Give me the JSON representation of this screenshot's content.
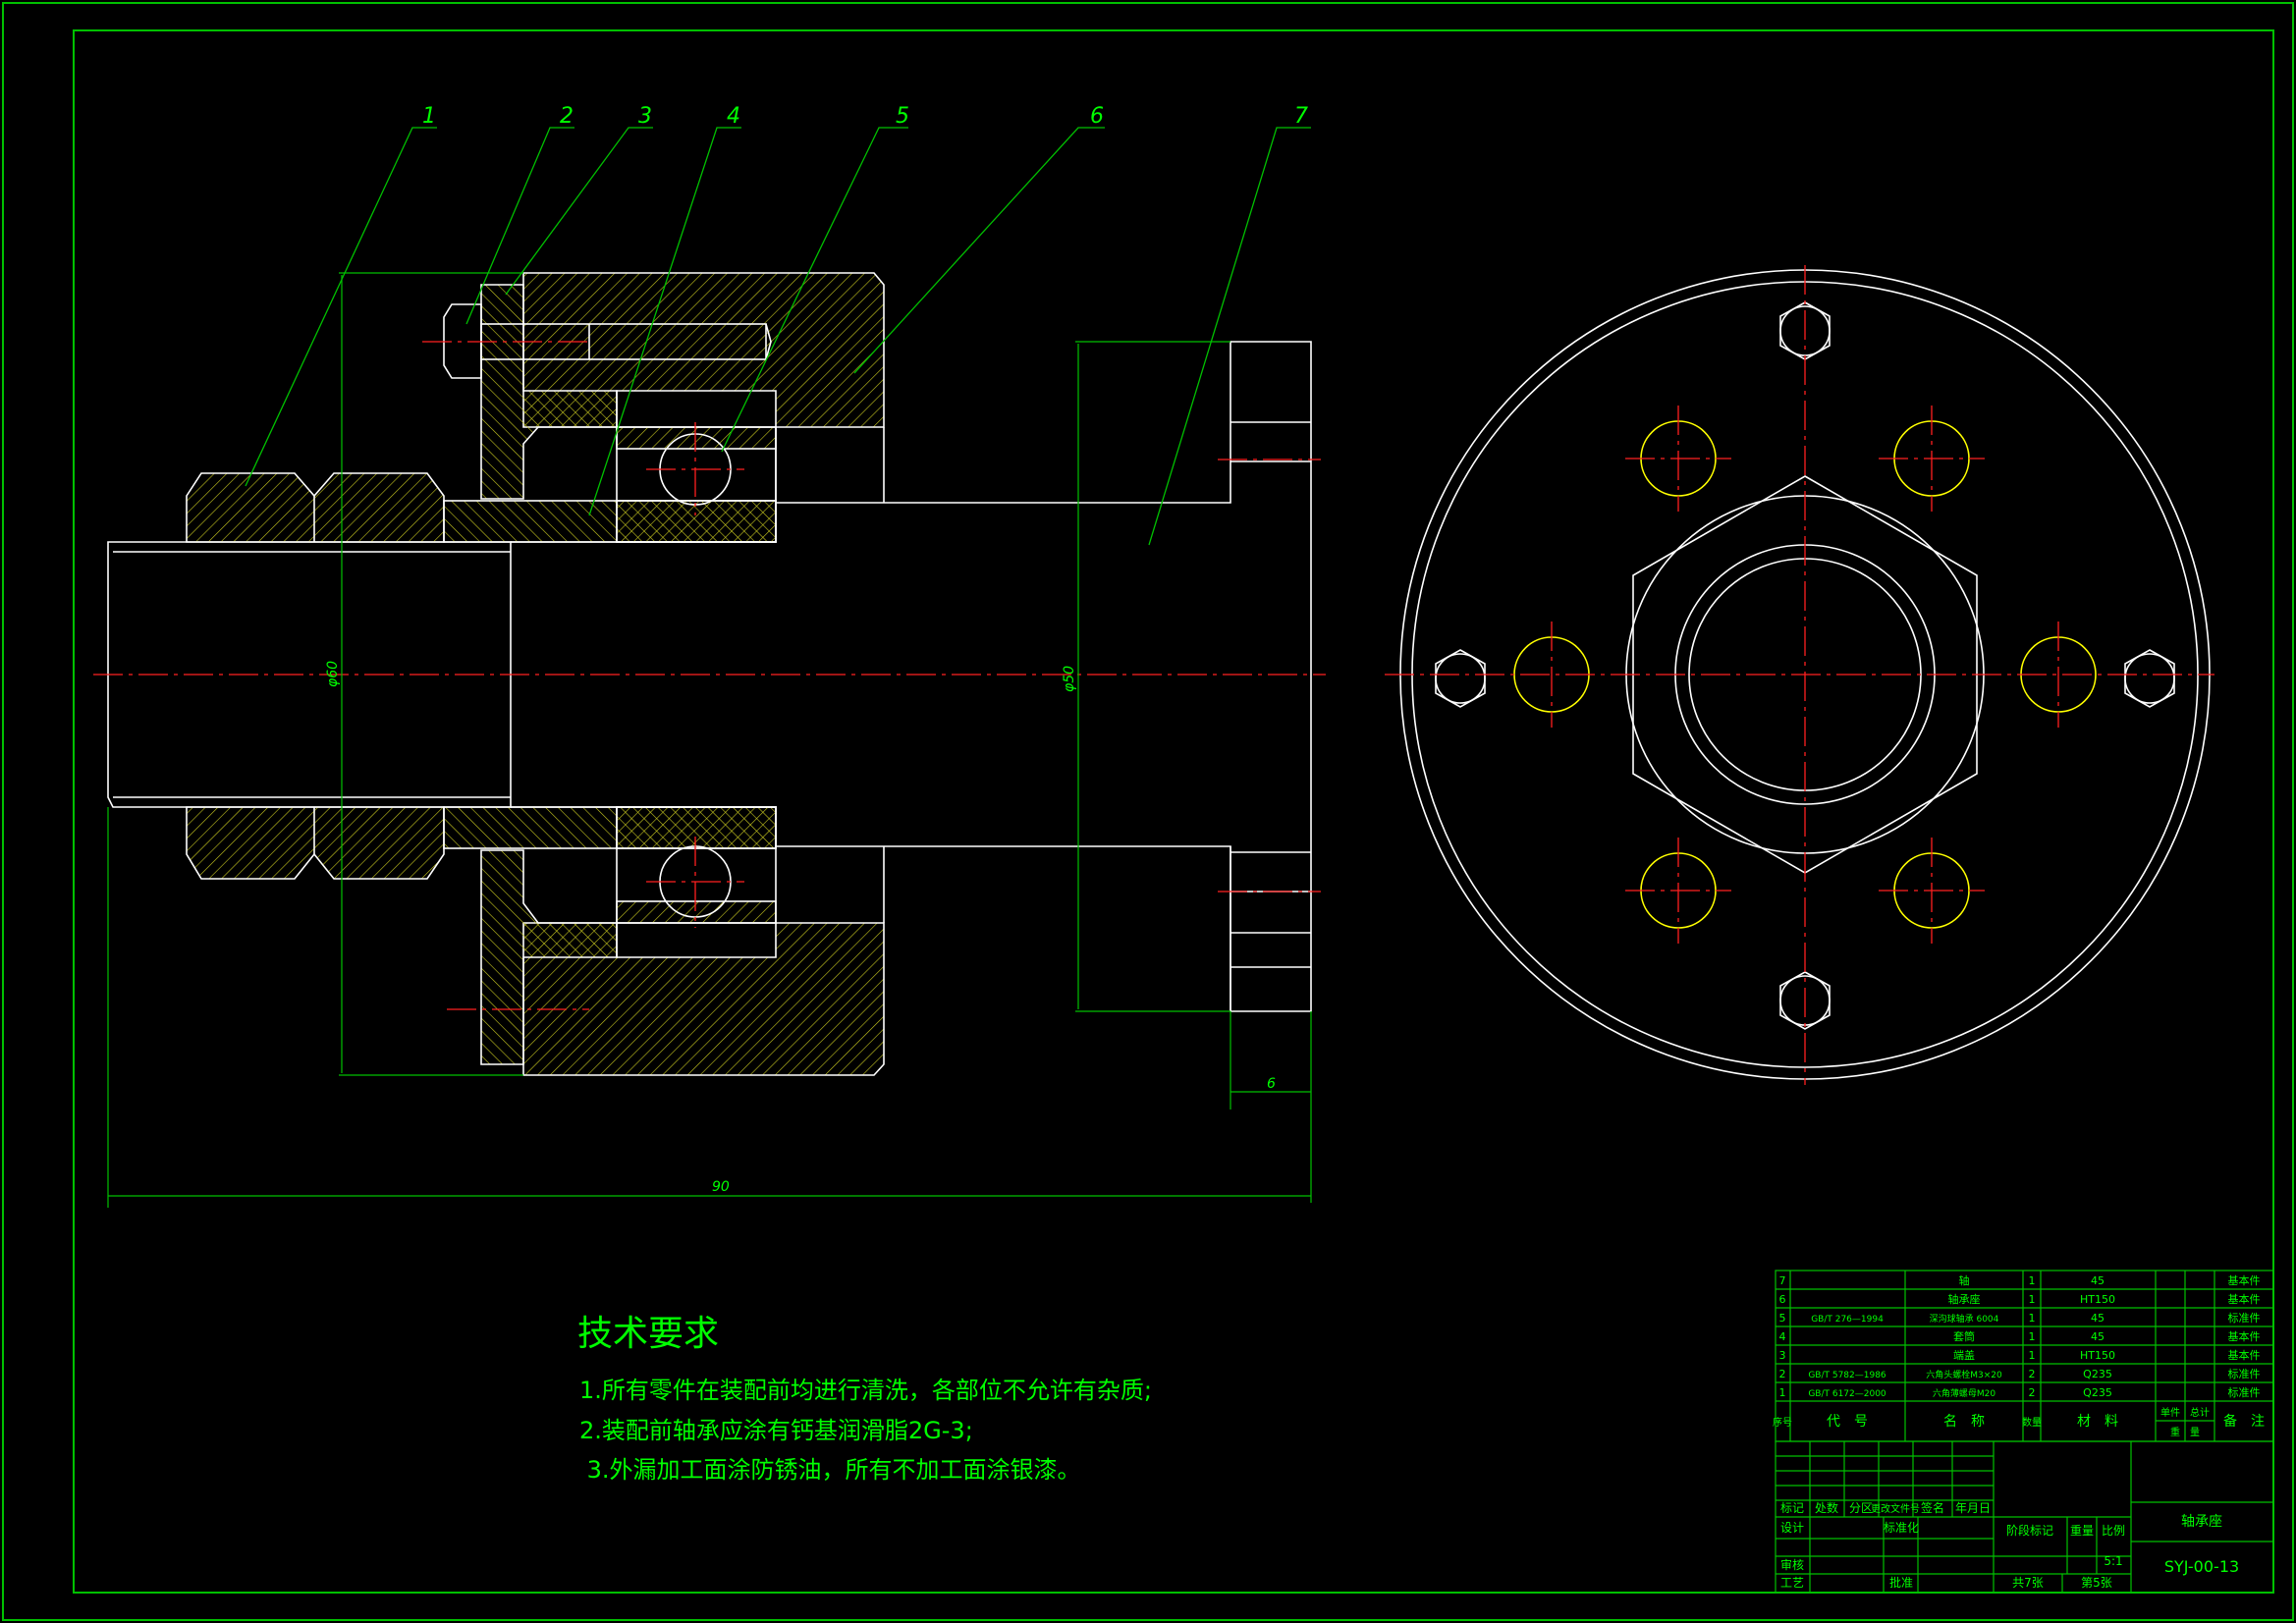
{
  "colors": {
    "frame": "#00c000",
    "outline": "#ffffff",
    "centerline": "#ff2020",
    "hatch": "#c8c820",
    "holes": "#ffff00",
    "leader": "#00c000",
    "text": "#00ff00"
  },
  "balloons": [
    "1",
    "2",
    "3",
    "4",
    "5",
    "6",
    "7"
  ],
  "dimensions": {
    "dia_outer": "φ60",
    "dia_flange": "φ50",
    "flange_width": "6",
    "overall_length": "90"
  },
  "tech_req": {
    "title": "技术要求",
    "items": [
      "1.所有零件在装配前均进行清洗，各部位不允许有杂质;",
      "2.装配前轴承应涂有钙基润滑脂2G-3;",
      " 3.外漏加工面涂防锈油，所有不加工面涂银漆。"
    ]
  },
  "bom": {
    "rows": [
      {
        "no": "7",
        "code": "",
        "name": "轴",
        "qty": "1",
        "mat": "45",
        "note": "基本件"
      },
      {
        "no": "6",
        "code": "",
        "name": "轴承座",
        "qty": "1",
        "mat": "HT150",
        "note": "基本件"
      },
      {
        "no": "5",
        "code": "GB/T 276—1994",
        "name": "深沟球轴承 6004",
        "qty": "1",
        "mat": "45",
        "note": "标准件"
      },
      {
        "no": "4",
        "code": "",
        "name": "套筒",
        "qty": "1",
        "mat": "45",
        "note": "基本件"
      },
      {
        "no": "3",
        "code": "",
        "name": "端盖",
        "qty": "1",
        "mat": "HT150",
        "note": "基本件"
      },
      {
        "no": "2",
        "code": "GB/T 5782—1986",
        "name": "六角头螺栓M3×20",
        "qty": "2",
        "mat": "Q235",
        "note": "标准件"
      },
      {
        "no": "1",
        "code": "GB/T 6172—2000",
        "name": "六角薄螺母M20",
        "qty": "2",
        "mat": "Q235",
        "note": "标准件"
      }
    ],
    "header": {
      "no": "序号",
      "code": "代　号",
      "name": "名　称",
      "qty": "数量",
      "mat": "材　料",
      "single": "单件",
      "total": "总计",
      "weight": "重　量",
      "note": "备　注"
    }
  },
  "title_block": {
    "rev_headers": [
      "标记",
      "处数",
      "分区",
      "更改文件号",
      "签名",
      "年月日"
    ],
    "design": "设计",
    "standardize": "标准化",
    "review": "审核",
    "process": "工艺",
    "approve": "批准",
    "stage_mark": "阶段标记",
    "weight": "重量",
    "scale": "比例",
    "scale_value": "5:1",
    "sheets_total": "共7张",
    "sheet_no": "第5张",
    "drawing_name": "轴承座",
    "drawing_no": "SYJ-00-13"
  }
}
